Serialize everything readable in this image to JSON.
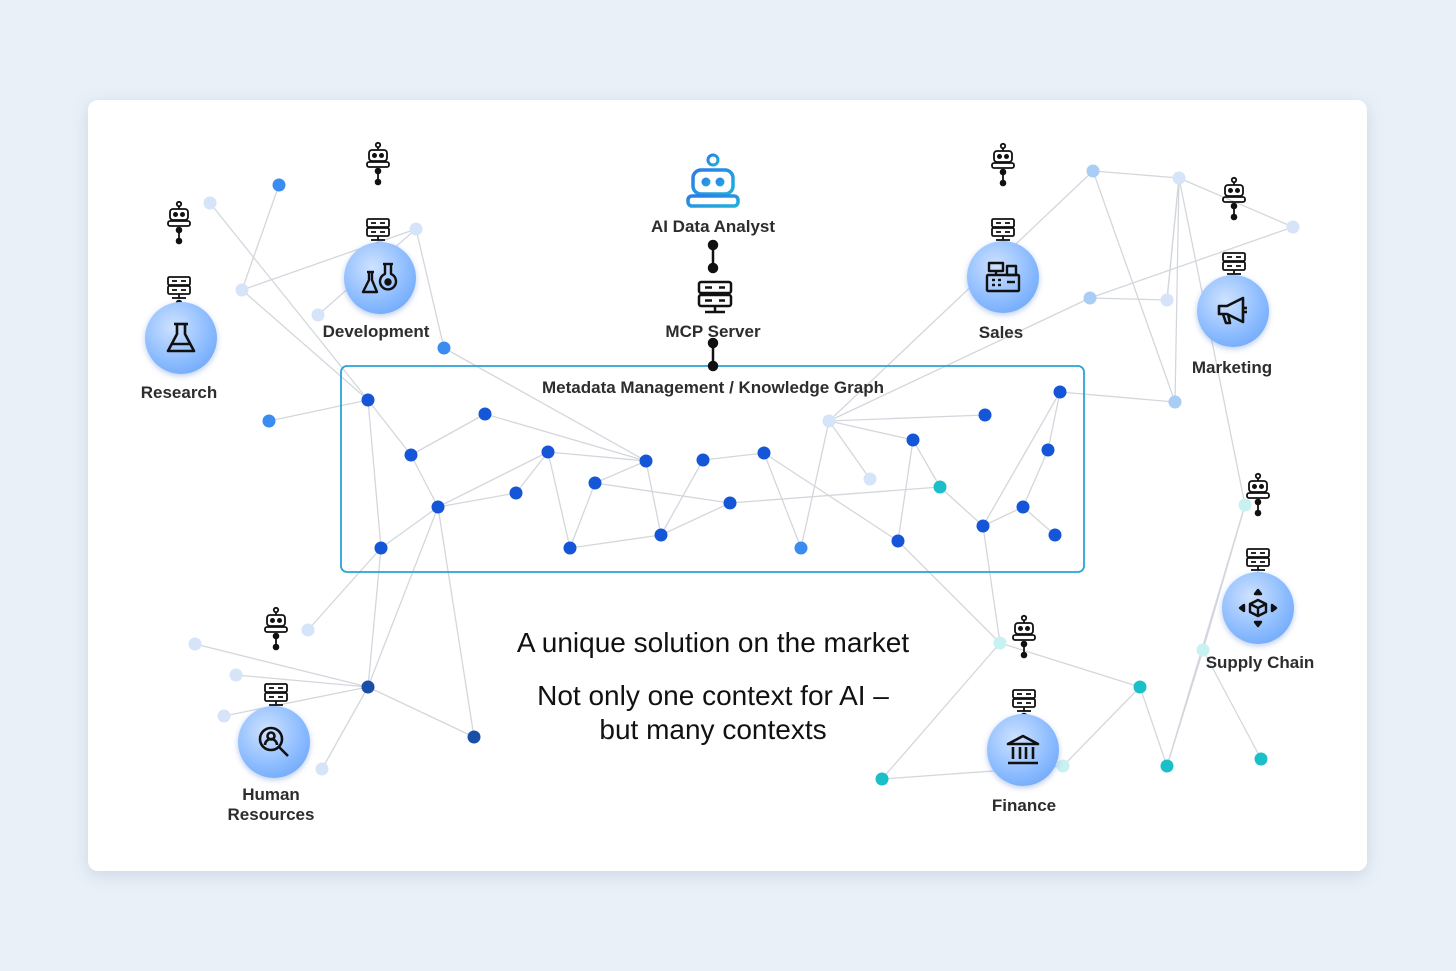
{
  "colors": {
    "background": "#e9f0f8",
    "card": "#ffffff",
    "core_node": "#1556d8",
    "teal_node": "#1bbfc8",
    "frame": "#28a3d8",
    "edge": "#d3d7dd"
  },
  "center": {
    "agent_label": "AI Data Analyst",
    "server_label": "MCP Server",
    "graph_title": "Metadata Management / Knowledge Graph"
  },
  "domains": [
    {
      "id": "research",
      "label": "Research",
      "icon": "flask-icon"
    },
    {
      "id": "development",
      "label": "Development",
      "icon": "lab-flasks-icon"
    },
    {
      "id": "sales",
      "label": "Sales",
      "icon": "cash-register-icon"
    },
    {
      "id": "marketing",
      "label": "Marketing",
      "icon": "megaphone-icon"
    },
    {
      "id": "supply-chain",
      "label": "Supply Chain",
      "icon": "box-arrows-icon"
    },
    {
      "id": "finance",
      "label": "Finance",
      "icon": "bank-icon"
    },
    {
      "id": "human-resources",
      "label": "Human Resources",
      "label_line1": "Human",
      "label_line2": "Resources",
      "icon": "person-search-icon"
    }
  ],
  "message": {
    "line1": "A unique solution on the market",
    "line2": "Not only one context for AI –",
    "line3": "but many contexts"
  }
}
